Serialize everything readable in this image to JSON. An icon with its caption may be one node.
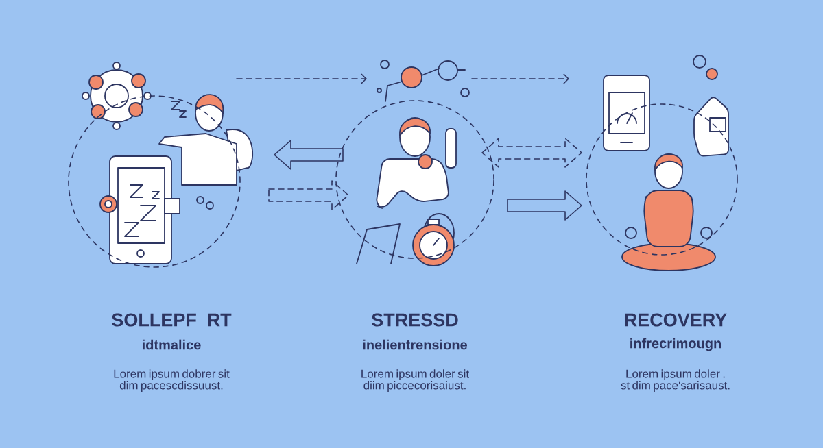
{
  "diagram": {
    "nodes": [
      {
        "text": [],
        "shape": "circle",
        "beside": [
          "SOLLEPF RT",
          "idtmalice",
          "Lorem ipsum dobrer sit dim pacescdissuust."
        ]
      },
      {
        "text": [],
        "shape": "circle",
        "beside": [
          "STRESSD",
          "inelientrensione",
          "Lorem ipsum doler sit diim piccecorisaiust."
        ]
      },
      {
        "text": [],
        "shape": "circle",
        "beside": [
          "RECOVERY",
          "infrecrimougn",
          "Lorem ipsum doler . st dim pace'sarisaust."
        ]
      }
    ],
    "edges": [
      {
        "from": 0,
        "to": 1,
        "arrow": "to",
        "style": "dashed"
      },
      {
        "from": 1,
        "to": 2,
        "arrow": "to",
        "style": "dashed"
      },
      {
        "from": 1,
        "to": 0,
        "arrow": "to"
      },
      {
        "from": 0,
        "to": 1,
        "arrow": "to",
        "style": "dashed"
      },
      {
        "from": 1,
        "to": 2,
        "arrow": "both",
        "style": "dashed"
      },
      {
        "from": 1,
        "to": 2,
        "arrow": "to"
      }
    ]
  }
}
